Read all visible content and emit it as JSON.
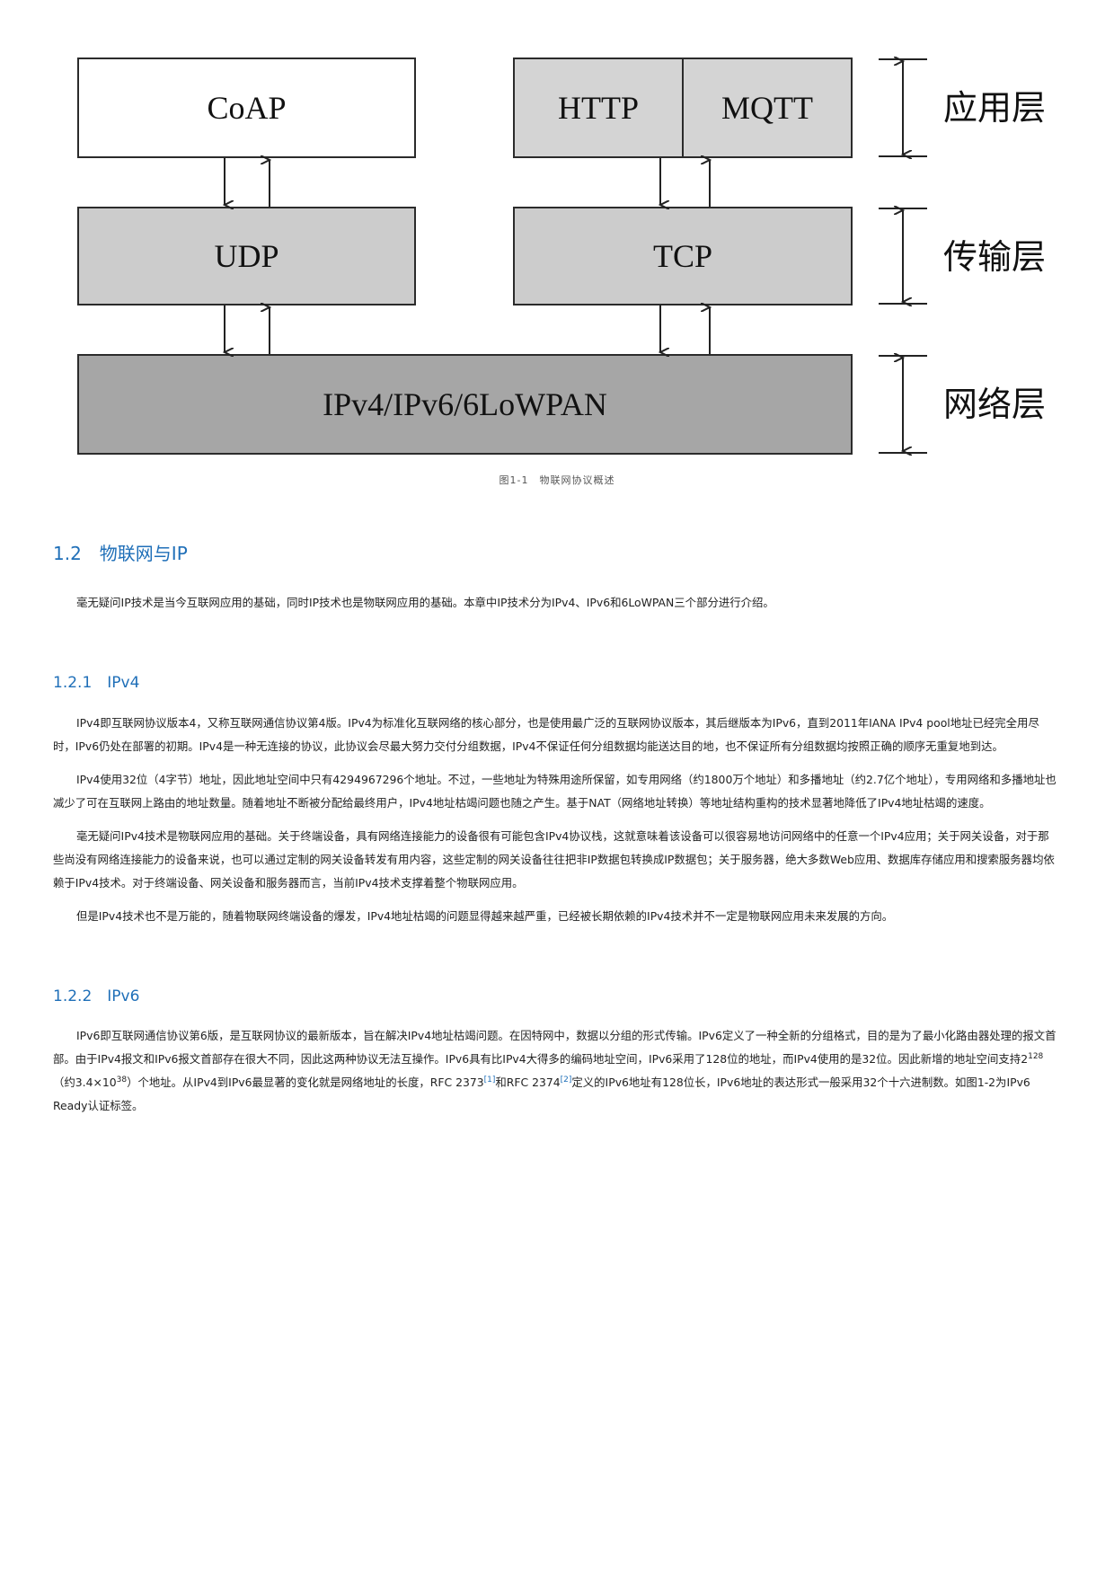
{
  "figure": {
    "boxes": {
      "coap": "CoAP",
      "http": "HTTP",
      "mqtt": "MQTT",
      "udp": "UDP",
      "tcp": "TCP",
      "network": "IPv4/IPv6/6LoWPAN"
    },
    "labels": {
      "application": "应用层",
      "transport": "传输层",
      "network": "网络层"
    },
    "caption": "图1-1　物联网协议概述",
    "colors": {
      "white_box": "#ffffff",
      "light_box": "#d4d4d4",
      "transport_box": "#cccccc",
      "network_box": "#a6a6a6"
    }
  },
  "section": {
    "title": "1.2　物联网与IP",
    "intro": "毫无疑问IP技术是当今互联网应用的基础，同时IP技术也是物联网应用的基础。本章中IP技术分为IPv4、IPv6和6LoWPAN三个部分进行介绍。"
  },
  "ipv4": {
    "title": "1.2.1　IPv4",
    "p1": "IPv4即互联网协议版本4，又称互联网通信协议第4版。IPv4为标准化互联网络的核心部分，也是使用最广泛的互联网协议版本，其后继版本为IPv6，直到2011年IANA IPv4 pool地址已经完全用尽时，IPv6仍处在部署的初期。IPv4是一种无连接的协议，此协议会尽最大努力交付分组数据，IPv4不保证任何分组数据均能送达目的地，也不保证所有分组数据均按照正确的顺序无重复地到达。",
    "p2": "IPv4使用32位（4字节）地址，因此地址空间中只有4294967296个地址。不过，一些地址为特殊用途所保留，如专用网络（约1800万个地址）和多播地址（约2.7亿个地址），专用网络和多播地址也减少了可在互联网上路由的地址数量。随着地址不断被分配给最终用户，IPv4地址枯竭问题也随之产生。基于NAT（网络地址转换）等地址结构重构的技术显著地降低了IPv4地址枯竭的速度。",
    "p3": "毫无疑问IPv4技术是物联网应用的基础。关于终端设备，具有网络连接能力的设备很有可能包含IPv4协议栈，这就意味着该设备可以很容易地访问网络中的任意一个IPv4应用；关于网关设备，对于那些尚没有网络连接能力的设备来说，也可以通过定制的网关设备转发有用内容，这些定制的网关设备往往把非IP数据包转换成IP数据包；关于服务器，绝大多数Web应用、数据库存储应用和搜索服务器均依赖于IPv4技术。对于终端设备、网关设备和服务器而言，当前IPv4技术支撑着整个物联网应用。",
    "p4": "但是IPv4技术也不是万能的，随着物联网终端设备的爆发，IPv4地址枯竭的问题显得越来越严重，已经被长期依赖的IPv4技术并不一定是物联网应用未来发展的方向。"
  },
  "ipv6": {
    "title": "1.2.2　IPv6",
    "p1_a": "IPv6即互联网通信协议第6版，是互联网协议的最新版本，旨在解决IPv4地址枯竭问题。在因特网中，数据以分组的形式传输。IPv6定义了一种全新的分组格式，目的是为了最小化路由器处理的报文首部。由于IPv4报文和IPv6报文首部存在很大不同，因此这两种协议无法互操作。IPv6具有比IPv4大得多的编码地址空间，IPv6采用了128位的地址，而IPv4使用的是32位。因此新增的地址空间支持2",
    "p1_sup1": "128",
    "p1_b": "（约3.4×10",
    "p1_sup2": "38",
    "p1_c": "）个地址。从IPv4到IPv6最显著的变化就是网络地址的长度，RFC 2373",
    "ref1": "[1]",
    "p1_d": "和RFC 2374",
    "ref2": "[2]",
    "p1_e": "定义的IPv6地址有128位长，IPv6地址的表达形式一般采用32个十六进制数。如图1-2为IPv6 Ready认证标签。"
  }
}
